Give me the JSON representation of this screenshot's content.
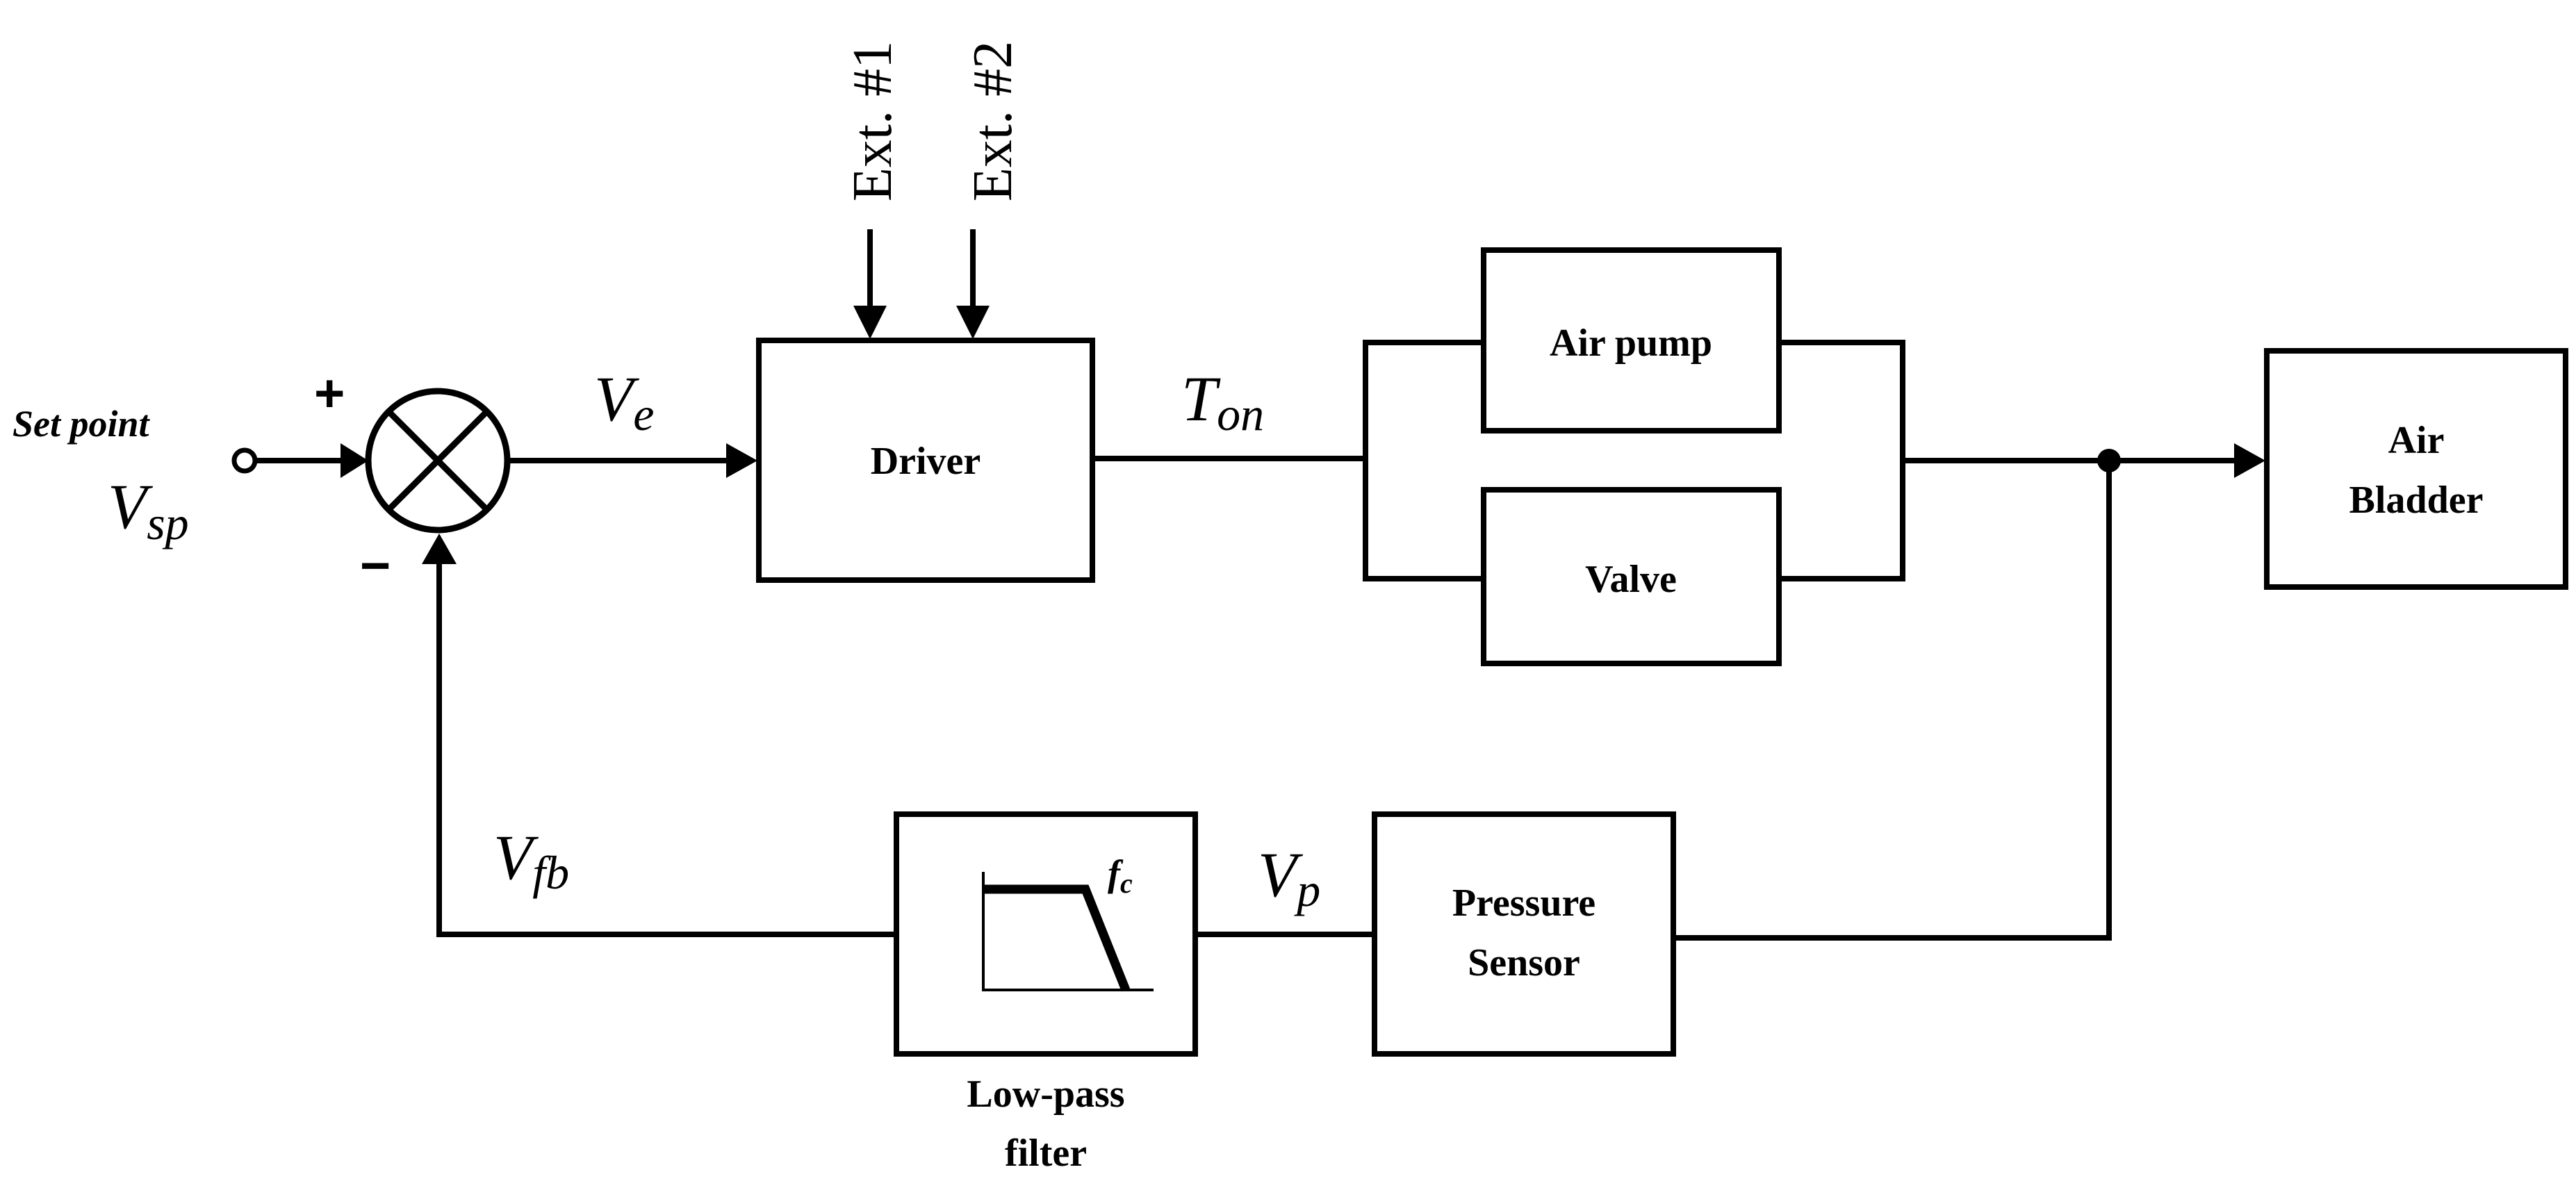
{
  "inputs": {
    "setpoint_label": "Set point",
    "setpoint_symbol": "V",
    "setpoint_sub": "sp",
    "ext1": "Ext. #1",
    "ext2": "Ext. #2"
  },
  "summing_junction": {
    "plus": "+",
    "minus": "−"
  },
  "signals": {
    "ve_symbol": "V",
    "ve_sub": "e",
    "ton_symbol": "T",
    "ton_sub": "on",
    "vfb_symbol": "V",
    "vfb_sub": "fb",
    "vp_symbol": "V",
    "vp_sub": "p"
  },
  "blocks": {
    "driver": "Driver",
    "air_pump": "Air pump",
    "valve": "Valve",
    "air_bladder_line1": "Air",
    "air_bladder_line2": "Bladder",
    "pressure_sensor_line1": "Pressure",
    "pressure_sensor_line2": "Sensor",
    "lpf_caption_line1": "Low-pass",
    "lpf_caption_line2": "filter",
    "lpf_cutoff_symbol": "f",
    "lpf_cutoff_sub": "c"
  }
}
